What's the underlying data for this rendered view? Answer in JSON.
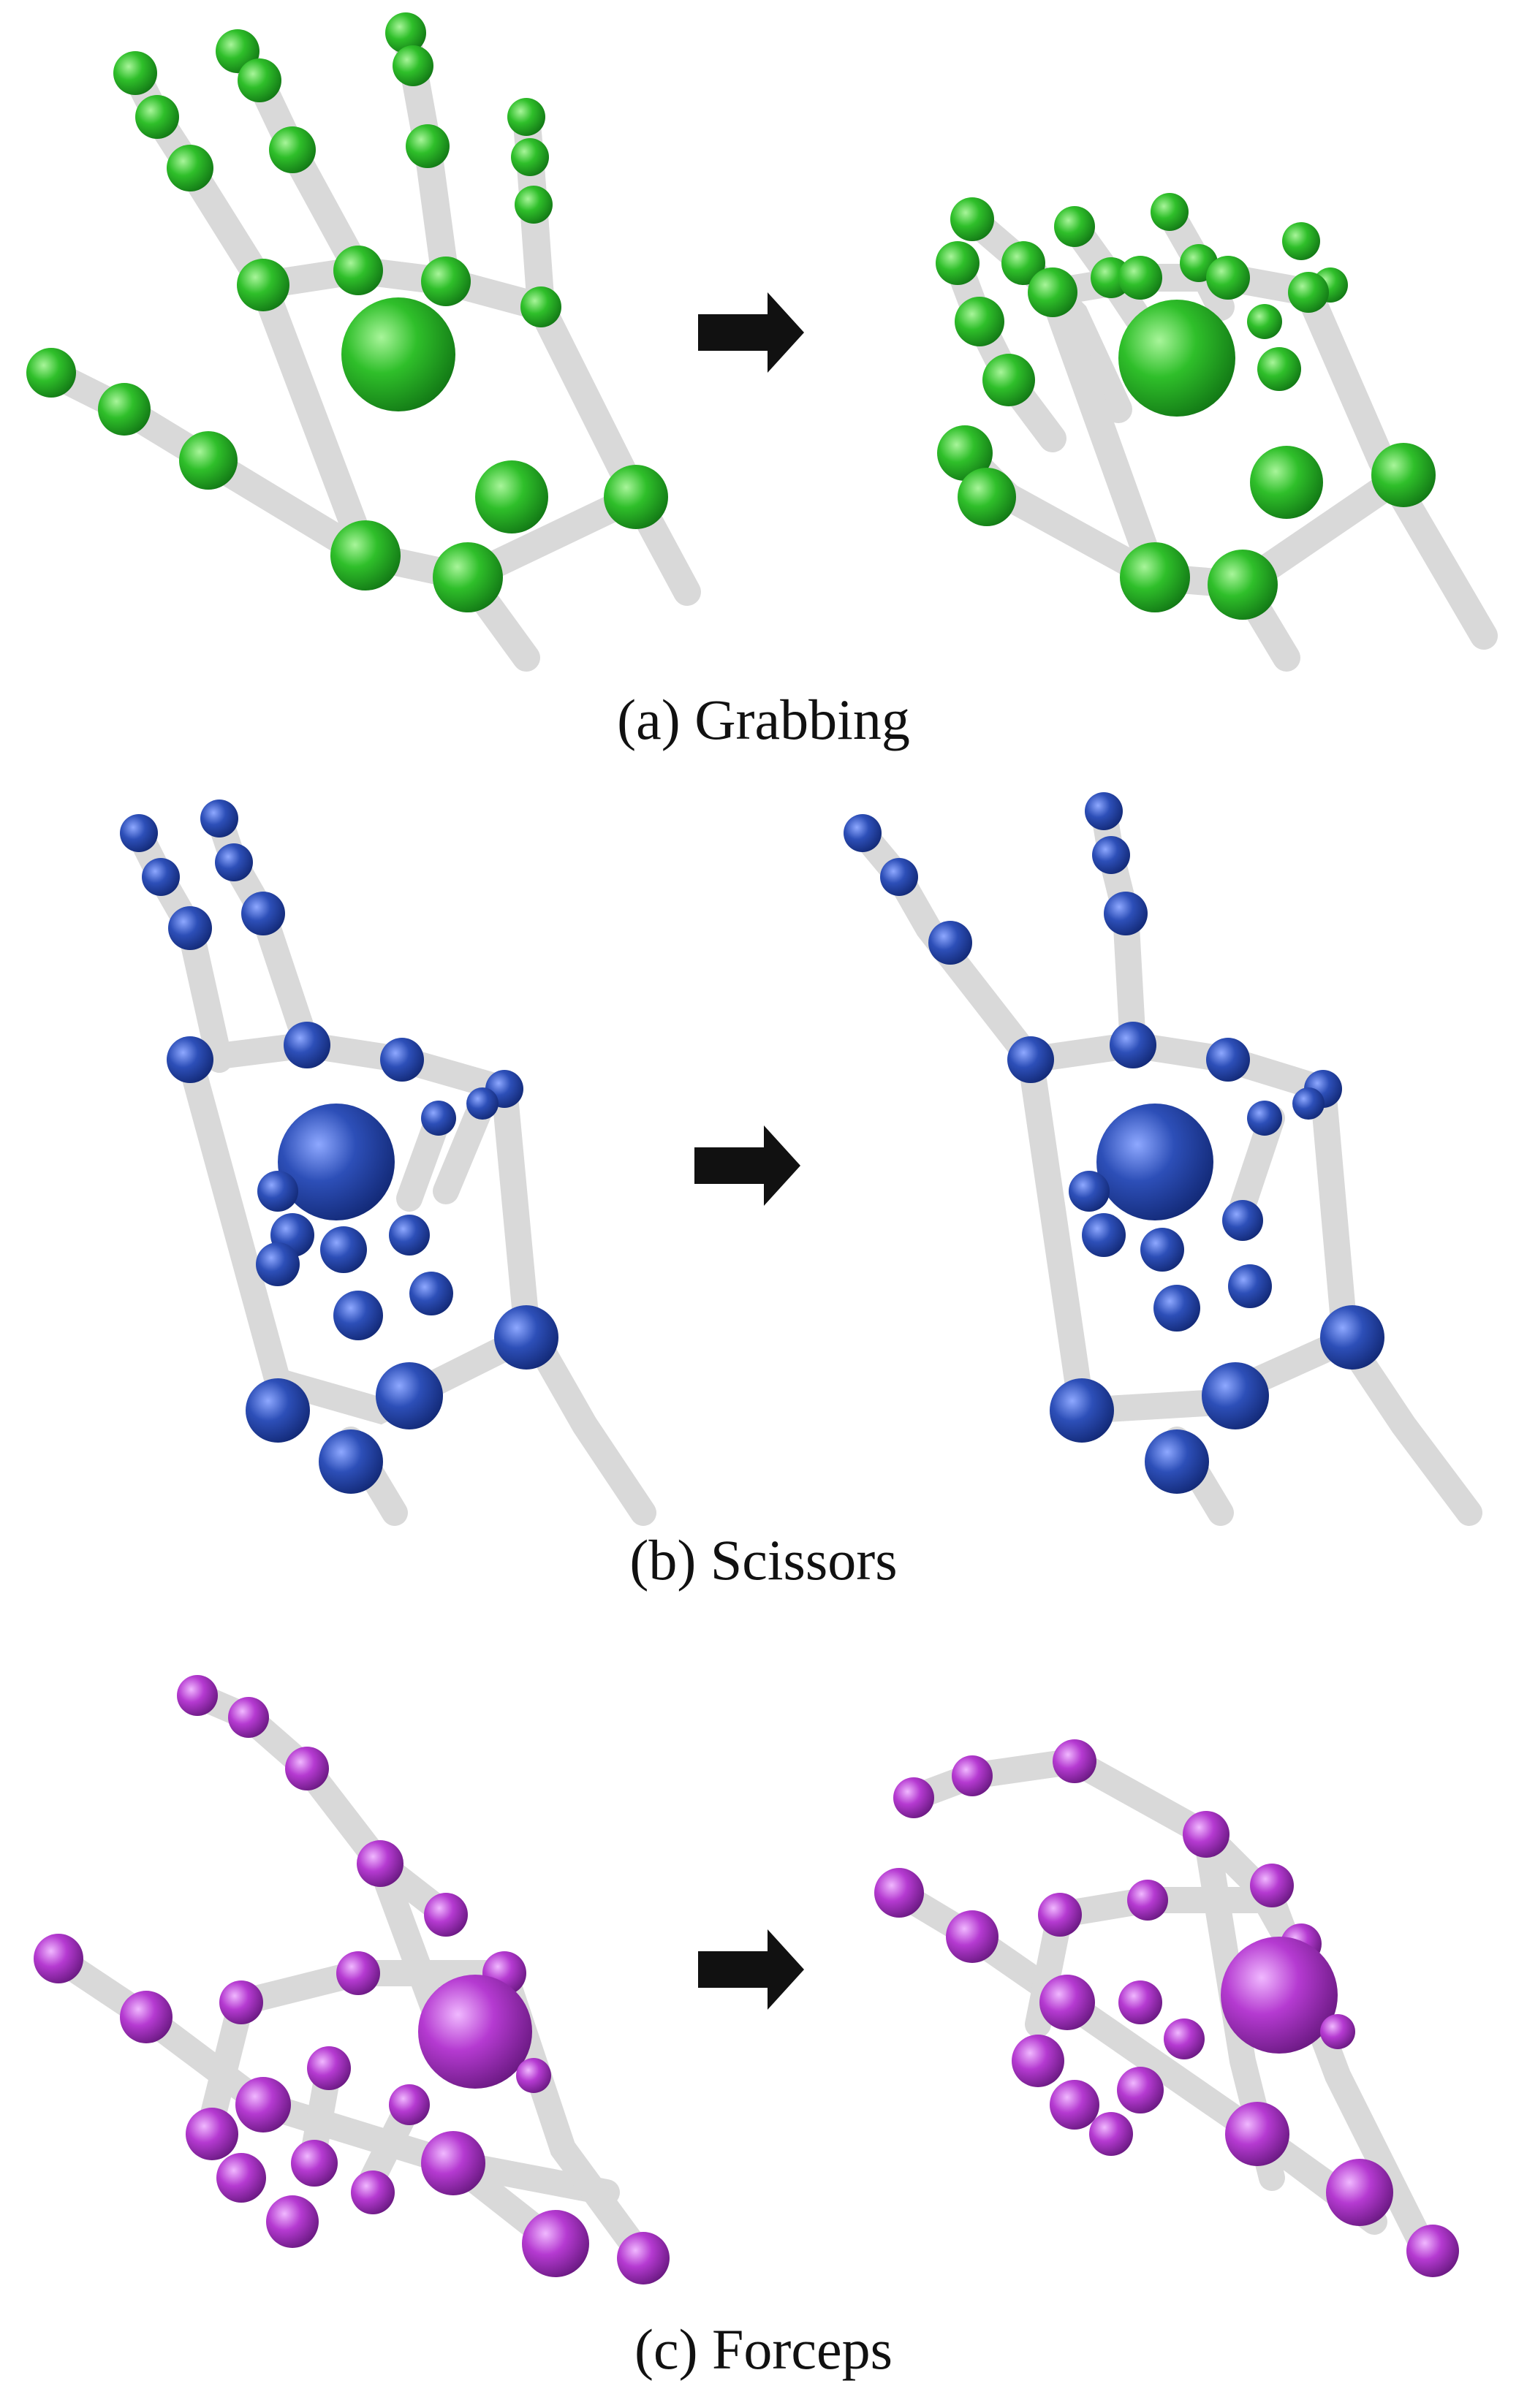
{
  "figure": {
    "panels": [
      {
        "id": "a",
        "caption": "(a) Grabbing",
        "joint_color": "#2fbf2a",
        "joint_dark": "#14801a",
        "joint_light": "#8cf27a"
      },
      {
        "id": "b",
        "caption": "(b) Scissors",
        "joint_color": "#2d4fb8",
        "joint_dark": "#132a78",
        "joint_light": "#7f9cf2"
      },
      {
        "id": "c",
        "caption": "(c) Forceps",
        "joint_color": "#b53ad1",
        "joint_dark": "#6c1a84",
        "joint_light": "#e7a4f6"
      }
    ],
    "bone_color": "#e6e6e6",
    "arrow_color": "#111111",
    "transition_icon": "right-arrow-icon"
  }
}
